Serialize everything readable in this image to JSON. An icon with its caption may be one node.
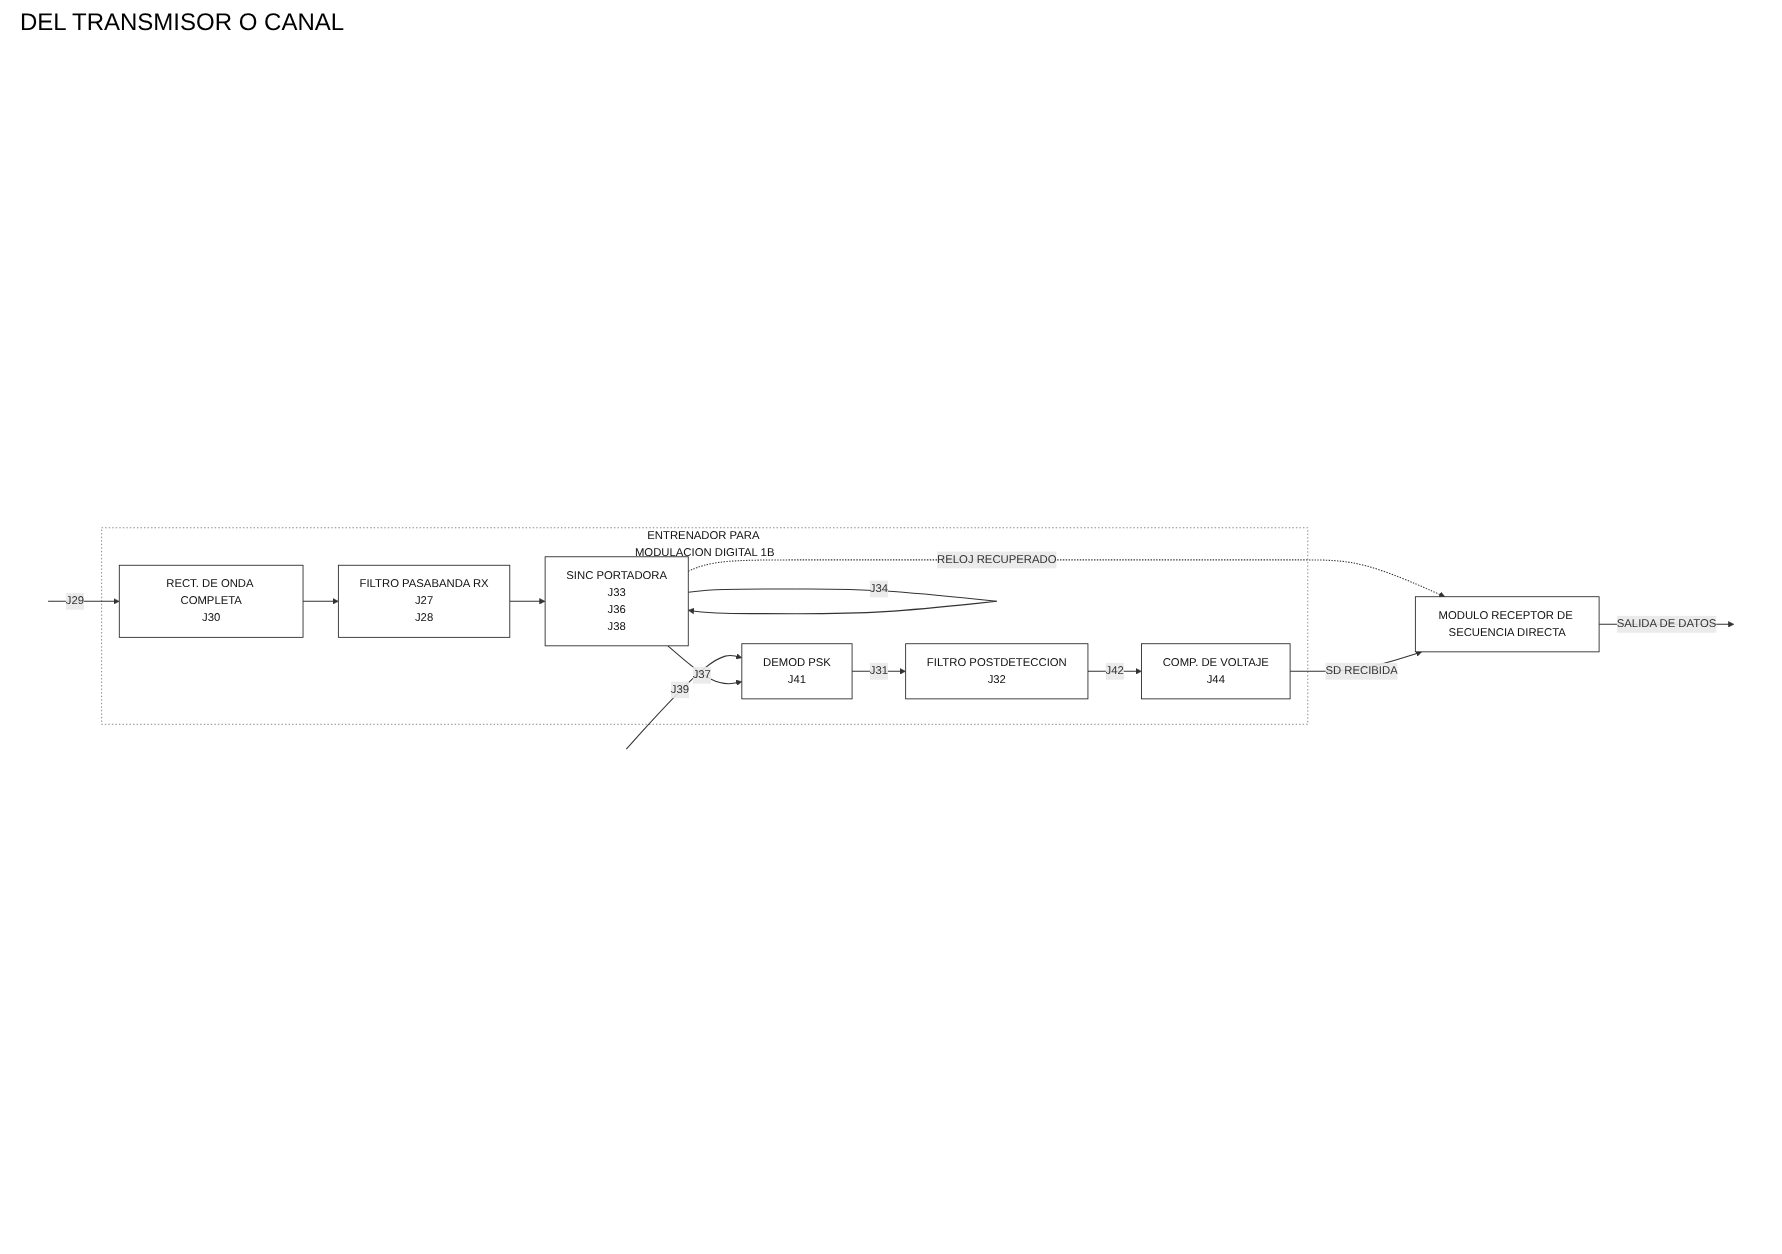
{
  "diagram": {
    "nodes": [
      {
        "text": [
          "ENTRENADOR PARA MODULACION DIGITAL 1B"
        ]
      },
      {
        "text": [
          "DEMOD PSK",
          "J41"
        ],
        "in": 0
      },
      {
        "text": [
          "FILTRO POSTDETECCION",
          "J32"
        ],
        "in": 0
      },
      {
        "text": [
          "RECT. DE ONDA COMPLETA",
          "J30"
        ],
        "in": 0
      },
      {
        "text": [
          "FILTRO PASABANDA RX",
          "J27",
          "J28"
        ],
        "in": 0
      },
      {
        "text": [
          "SINC PORTADORA",
          "J33",
          "J36",
          "J38"
        ],
        "in": 0
      },
      {
        "text": [
          "COMP. DE VOLTAJE",
          "J44"
        ],
        "in": 0
      },
      {
        "text": [
          "MODULO RECEPTOR DE SECUENCIA DIRECTA"
        ]
      }
    ],
    "edges": [
      {
        "from": null,
        "to": 1,
        "arrow": "to",
        "label": "J39"
      },
      {
        "from": null,
        "to": 3,
        "arrow": "to",
        "label": "J29"
      },
      {
        "from": 3,
        "to": 4,
        "arrow": "to"
      },
      {
        "from": 4,
        "to": 5,
        "arrow": "to"
      },
      {
        "from": 5,
        "to": 1,
        "arrow": "to",
        "label": "J37"
      },
      {
        "from": 1,
        "to": 2,
        "arrow": "to",
        "label": "J31"
      },
      {
        "from": 5,
        "to": 5,
        "arrow": "to",
        "label": "J34"
      },
      {
        "from": 2,
        "to": 6,
        "arrow": "to",
        "label": "J42"
      },
      {
        "from": 5,
        "to": 7,
        "arrow": "to",
        "label": "RELOJ RECUPERADO",
        "style": "dashed"
      },
      {
        "from": 6,
        "to": 7,
        "arrow": "to",
        "label": "SD RECIBIDA"
      },
      {
        "from": 7,
        "to": null,
        "arrow": "to",
        "label": "SALIDA DE DATOS"
      }
    ],
    "labels": [
      "DEL TRANSMISOR O CANAL"
    ]
  }
}
